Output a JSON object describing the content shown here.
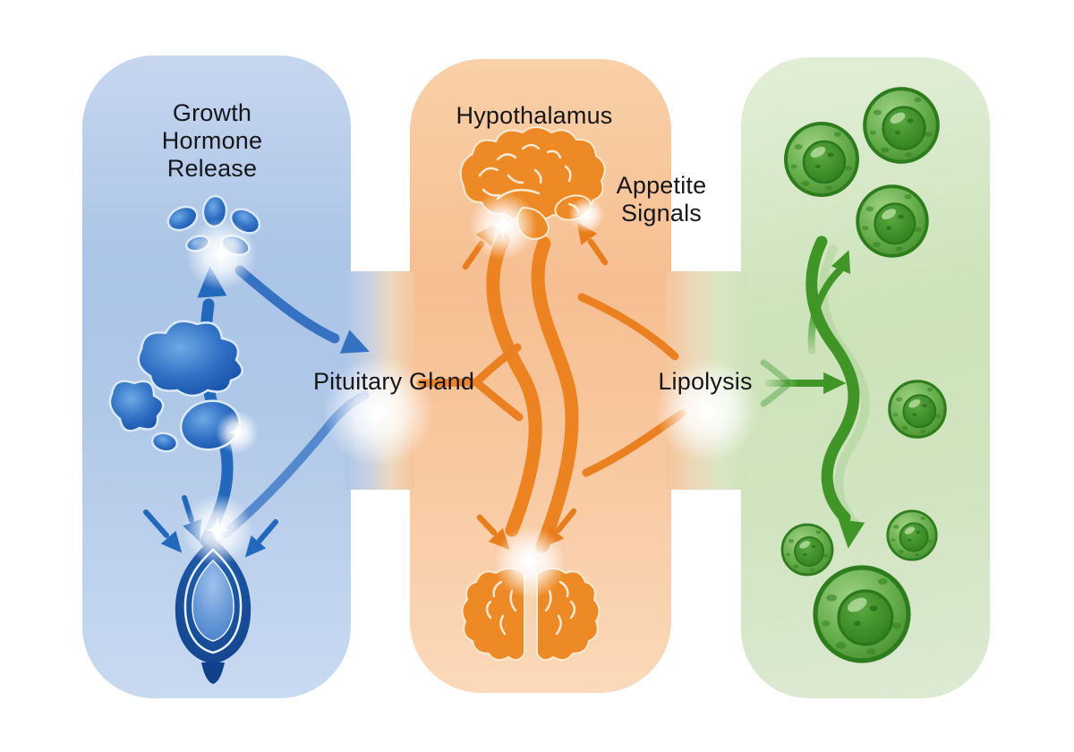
{
  "diagram": {
    "kind": "hormone-pathway-illustration",
    "background": "#ffffff",
    "labels": {
      "growth": [
        "Growth",
        "Hormone",
        "Release"
      ],
      "hypothalamus": "Hypothalamus",
      "appetite": [
        "Appetite",
        "Signals"
      ],
      "pituitary": "Pituitary Gland",
      "lipolysis": "Lipolysis"
    },
    "panels": [
      {
        "id": "growth-hormone-panel",
        "label": "Growth Hormone Release",
        "panel_color": "#b0c8e8",
        "accent_color": "#2268bd",
        "icons": [
          "hormone-droplet-cluster",
          "hormone-blob-cluster",
          "pituitary-organ-cross-section",
          "up-arrow",
          "converging-arrows"
        ]
      },
      {
        "id": "hypothalamus-panel",
        "label": "Hypothalamus",
        "secondary_label": "Appetite Signals",
        "panel_color": "#f8c79e",
        "accent_color": "#e8821f",
        "icons": [
          "brain-side-view",
          "brain-top-view",
          "signal-flow-bands",
          "up-arrows",
          "down-arrows"
        ]
      },
      {
        "id": "fat-cell-panel",
        "panel_color": "#d0e4bf",
        "accent_color": "#3f9627",
        "icons": [
          "fat-cells",
          "up-curved-arrow",
          "down-wavy-arrow",
          "right-entry-arrow"
        ]
      }
    ],
    "connectors": [
      {
        "id": "pituitary-bridge",
        "label_key": "pituitary",
        "from": "growth-hormone-panel",
        "to": "hypothalamus-panel"
      },
      {
        "id": "lipolysis-bridge",
        "label_key": "lipolysis",
        "from": "hypothalamus-panel",
        "to": "fat-cell-panel"
      }
    ]
  }
}
